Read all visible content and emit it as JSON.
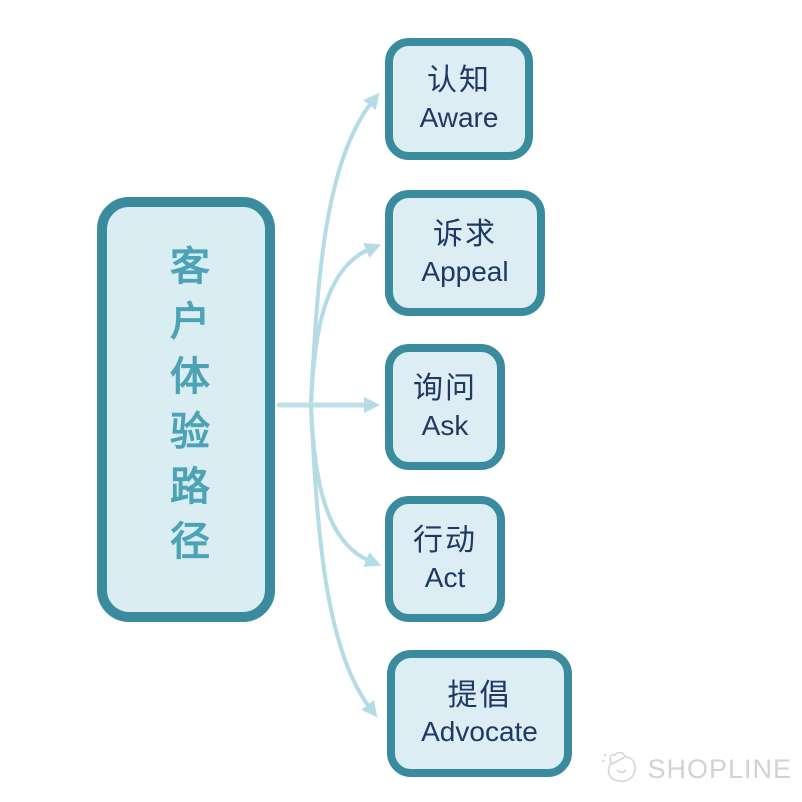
{
  "diagram": {
    "root": {
      "label": "客户体验路径"
    },
    "stages": [
      {
        "zh": "认知",
        "en": "Aware"
      },
      {
        "zh": "诉求",
        "en": "Appeal"
      },
      {
        "zh": "询问",
        "en": "Ask"
      },
      {
        "zh": "行动",
        "en": "Act"
      },
      {
        "zh": "提倡",
        "en": "Advocate"
      }
    ]
  },
  "watermark": {
    "brand": "SHOPLINE",
    "icon": "shopline-mascot-icon"
  },
  "colors": {
    "node_border": "#3B8B9E",
    "node_fill": "#DCEEF3",
    "root_text": "#4BA3B5",
    "stage_text": "#1F3864",
    "arrow": "#B5DBE5",
    "watermark": "#D2D2D2",
    "background": "#FFFFFF"
  }
}
